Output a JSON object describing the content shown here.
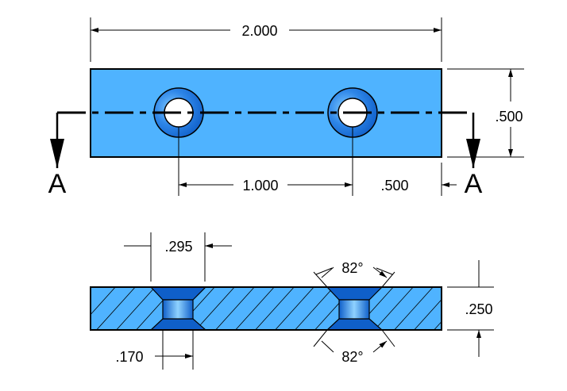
{
  "colors": {
    "plate": "#4fb3ff",
    "hole_dark": "#0f5fc9",
    "hole_mid": "#2e86e8",
    "hole_light": "#7cc8ff",
    "line": "#000000",
    "hole_bore": "#ffffff"
  },
  "top_view": {
    "overall_length": "2.000",
    "width": ".500",
    "hole_spacing": "1.000",
    "hole_edge_offset": ".500",
    "section_label_left": "A",
    "section_label_right": "A"
  },
  "section_view": {
    "countersink_diameter": ".295",
    "countersink_angle_top": "82°",
    "countersink_angle_bottom": "82°",
    "thickness": ".250",
    "hole_diameter": ".170"
  }
}
